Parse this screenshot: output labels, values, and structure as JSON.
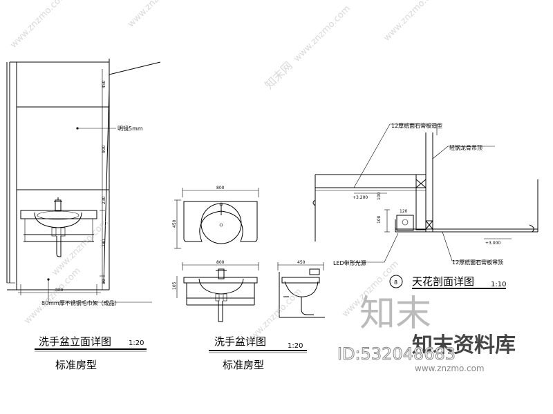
{
  "drawing1": {
    "title": "洗手盆立面详图",
    "scale": "1:20",
    "subtitle": "标准房型",
    "note_mirror": "明镜5mm",
    "note_bottom": "80mm厚不锈钢毛巾架（成品）",
    "dims": [
      "450",
      "900",
      "230",
      "780",
      "80",
      "880"
    ]
  },
  "drawing2": {
    "title": "洗手盆详图",
    "scale": "1:20",
    "subtitle": "标准房型",
    "dims_plan": [
      "800",
      "450"
    ],
    "dims_elev": [
      "800",
      "450",
      "105"
    ]
  },
  "drawing3": {
    "number": "8",
    "title": "天花剖面详图",
    "scale": "1:10",
    "note_top": "12厚纸面石膏板造型",
    "note_side": "轻钢龙骨吊顶",
    "note_led": "LED带形光源",
    "note_bottom": "12厚纸面石膏板吊顶",
    "level_1": "+3.200",
    "level_2": "+3.000",
    "dims": [
      "120",
      "100",
      "100"
    ]
  },
  "watermark": {
    "site": "www.znzmo.com",
    "brand_logo": "知末",
    "brand_name": "知末资料库",
    "id": "ID:532048683",
    "small_logo": "知末网"
  }
}
